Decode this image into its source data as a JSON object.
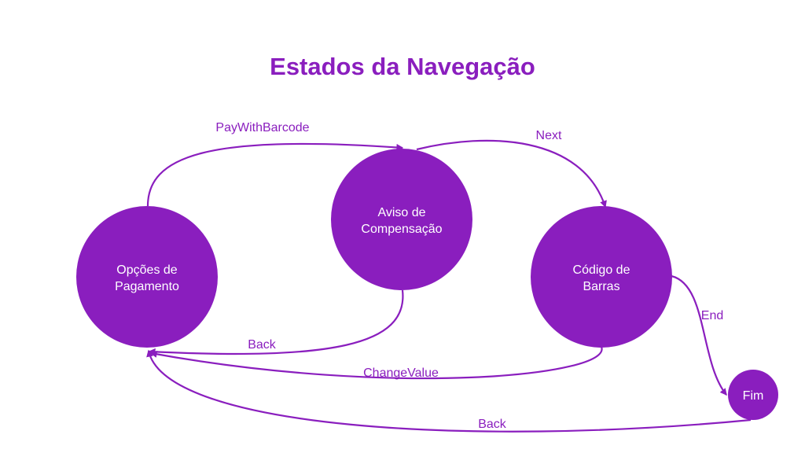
{
  "title": "Estados da Navegação",
  "colors": {
    "primary": "#8a1ebe",
    "node_text": "#ffffff",
    "background": "#ffffff"
  },
  "nodes": {
    "opcoes": {
      "line1": "Opções de",
      "line2": "Pagamento"
    },
    "aviso": {
      "line1": "Aviso de",
      "line2": "Compensação"
    },
    "codigo": {
      "line1": "Código de",
      "line2": "Barras"
    },
    "fim": {
      "label": "Fim"
    }
  },
  "edges": {
    "pay_with_barcode": "PayWithBarcode",
    "next": "Next",
    "back_aviso": "Back",
    "change_value": "ChangeValue",
    "end": "End",
    "back_fim": "Back"
  }
}
